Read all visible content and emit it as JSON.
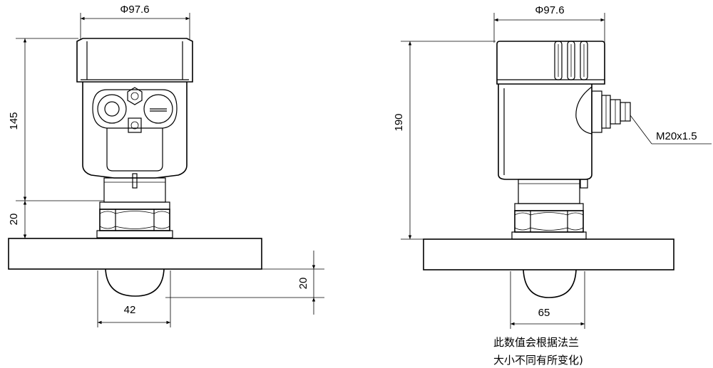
{
  "front_view": {
    "top_width": "Φ97.6",
    "height_upper": "145",
    "height_lower": "20",
    "antenna_height": "20",
    "antenna_width": "42"
  },
  "side_view": {
    "top_width": "Φ97.6",
    "total_height": "190",
    "cable_gland": "M20x1.5",
    "antenna_width": "65",
    "note_line1": "此数值会根据法兰",
    "note_line2": "大小不同有所变化)"
  }
}
